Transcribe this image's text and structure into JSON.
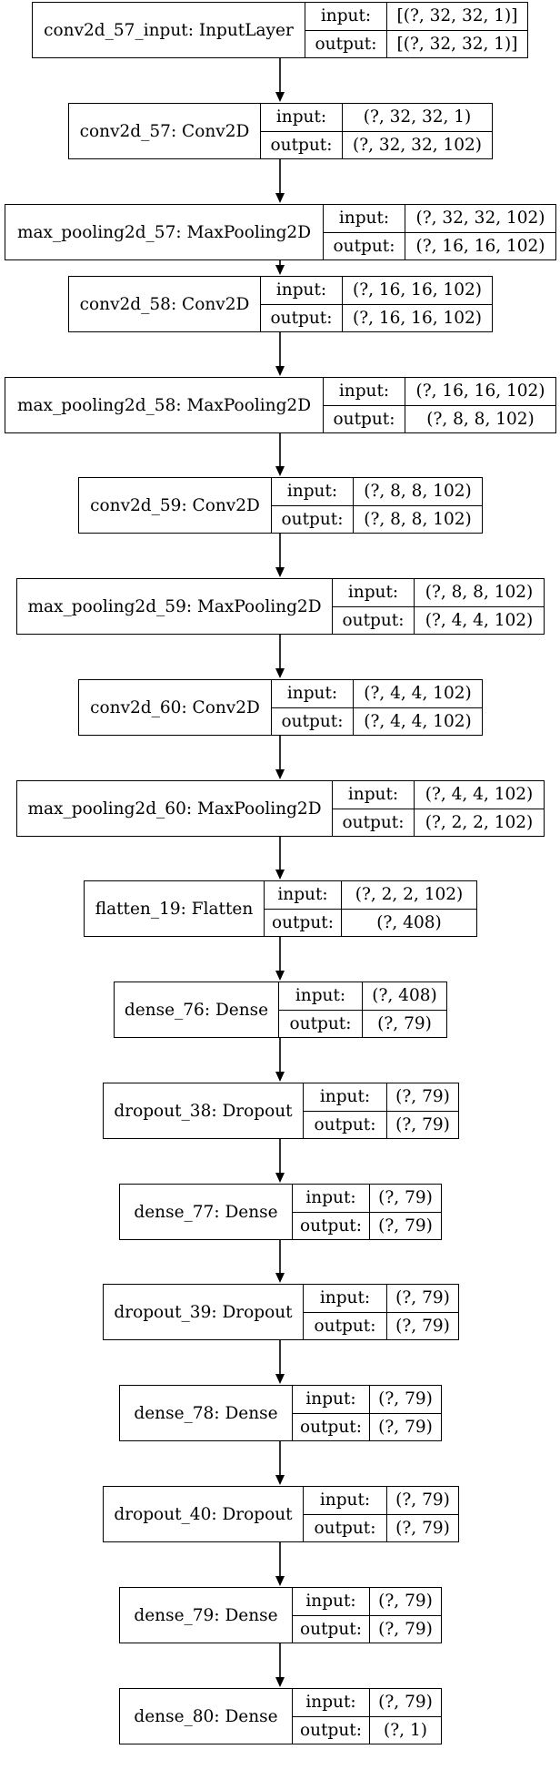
{
  "layers": [
    {
      "name": "conv2d_57_input: InputLayer",
      "input_label": "input:",
      "output_label": "output:",
      "input": "[(?, 32, 32, 1)]",
      "output": "[(?, 32, 32, 1)]"
    },
    {
      "name": "conv2d_57: Conv2D",
      "input_label": "input:",
      "output_label": "output:",
      "input": "(?, 32, 32, 1)",
      "output": "(?, 32, 32, 102)"
    },
    {
      "name": "max_pooling2d_57: MaxPooling2D",
      "input_label": "input:",
      "output_label": "output:",
      "input": "(?, 32, 32, 102)",
      "output": "(?, 16, 16, 102)"
    },
    {
      "name": "conv2d_58: Conv2D",
      "input_label": "input:",
      "output_label": "output:",
      "input": "(?, 16, 16, 102)",
      "output": "(?, 16, 16, 102)"
    },
    {
      "name": "max_pooling2d_58: MaxPooling2D",
      "input_label": "input:",
      "output_label": "output:",
      "input": "(?, 16, 16, 102)",
      "output": "(?, 8, 8, 102)"
    },
    {
      "name": "conv2d_59: Conv2D",
      "input_label": "input:",
      "output_label": "output:",
      "input": "(?, 8, 8, 102)",
      "output": "(?, 8, 8, 102)"
    },
    {
      "name": "max_pooling2d_59: MaxPooling2D",
      "input_label": "input:",
      "output_label": "output:",
      "input": "(?, 8, 8, 102)",
      "output": "(?, 4, 4, 102)"
    },
    {
      "name": "conv2d_60: Conv2D",
      "input_label": "input:",
      "output_label": "output:",
      "input": "(?, 4, 4, 102)",
      "output": "(?, 4, 4, 102)"
    },
    {
      "name": "max_pooling2d_60: MaxPooling2D",
      "input_label": "input:",
      "output_label": "output:",
      "input": "(?, 4, 4, 102)",
      "output": "(?, 2, 2, 102)"
    },
    {
      "name": "flatten_19: Flatten",
      "input_label": "input:",
      "output_label": "output:",
      "input": "(?, 2, 2, 102)",
      "output": "(?, 408)"
    },
    {
      "name": "dense_76: Dense",
      "input_label": "input:",
      "output_label": "output:",
      "input": "(?, 408)",
      "output": "(?, 79)"
    },
    {
      "name": "dropout_38: Dropout",
      "input_label": "input:",
      "output_label": "output:",
      "input": "(?, 79)",
      "output": "(?, 79)"
    },
    {
      "name": "dense_77: Dense",
      "input_label": "input:",
      "output_label": "output:",
      "input": "(?, 79)",
      "output": "(?, 79)"
    },
    {
      "name": "dropout_39: Dropout",
      "input_label": "input:",
      "output_label": "output:",
      "input": "(?, 79)",
      "output": "(?, 79)"
    },
    {
      "name": "dense_78: Dense",
      "input_label": "input:",
      "output_label": "output:",
      "input": "(?, 79)",
      "output": "(?, 79)"
    },
    {
      "name": "dropout_40: Dropout",
      "input_label": "input:",
      "output_label": "output:",
      "input": "(?, 79)",
      "output": "(?, 79)"
    },
    {
      "name": "dense_79: Dense",
      "input_label": "input:",
      "output_label": "output:",
      "input": "(?, 79)",
      "output": "(?, 79)"
    },
    {
      "name": "dense_80: Dense",
      "input_label": "input:",
      "output_label": "output:",
      "input": "(?, 79)",
      "output": "(?, 1)"
    }
  ]
}
